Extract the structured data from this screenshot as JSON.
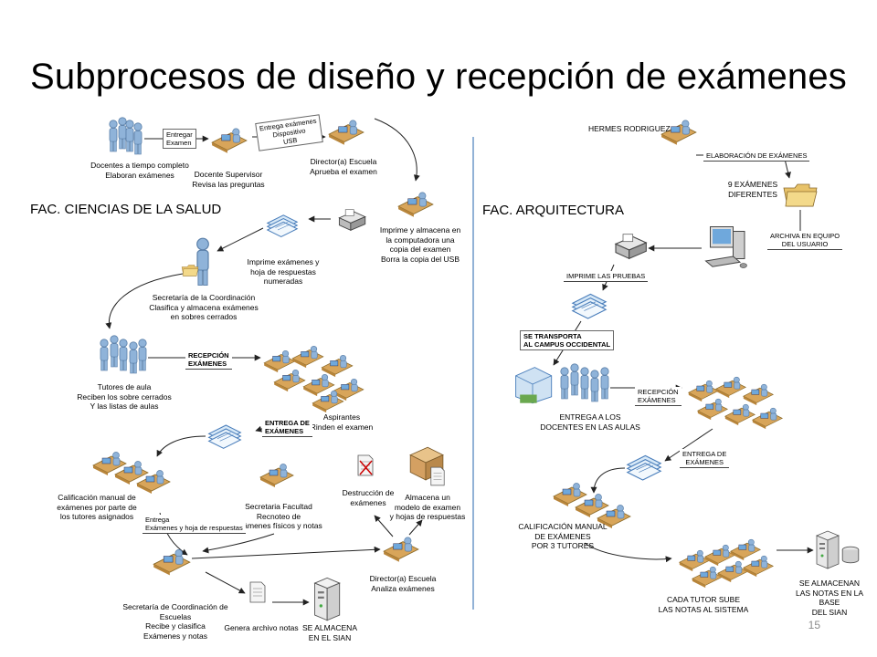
{
  "title": "Subprocesos de diseño y recepción de exámenes",
  "page_number": "15",
  "colors": {
    "figure": "#8fb3d9",
    "figure_dark": "#5a7fa8",
    "desk": "#d8a55a",
    "line": "#222222",
    "divider": "#4a7ebb"
  },
  "left": {
    "section_label": "FAC. CIENCIAS DE LA SALUD",
    "nodes": {
      "docentes": "Docentes a tiempo completo\nElaboran exámenes",
      "supervisor": "Docente Supervisor\nRevisa las preguntas",
      "director1": "Director(a) Escuela\nAprueba el examen",
      "imprime_usb": "Imprime y almacena en\nla computadora una\ncopia del examen\nBorra la copia del USB",
      "imprime_hojas": "Imprime exámenes y\nhoja de respuestas\nnumeradas",
      "secretaria_coord": "Secretaría de la Coordinación\nClasifica y almacena exámenes\nen sobres cerrados",
      "tutores": "Tutores de aula\nReciben los sobre cerrados\nY las listas de aulas",
      "aspirantes": "Aspirantes\nRinden el examen",
      "calificacion": "Calificación manual de\nexámenes por parte de\nlos tutores asignados",
      "secretaria_facultad": "Secretaria Facultad\nRecnoteo de\nexámenes físicos y notas",
      "destruccion": "Destrucción de\nexámenes",
      "almacena_modelo": "Almacena un\nmodelo de examen\ny hojas de respuestas",
      "director2": "Director(a) Escuela\nAnaliza exámenes",
      "secretaria_escuelas": "Secretaría de Coordinación de\nEscuelas\nRecibe y clasifica\nExámenes y notas",
      "genera": "Genera archivo notas",
      "sian": "SE ALMACENA\nEN EL SIAN"
    },
    "edges": {
      "entregar": "Entregar\nExamen",
      "usb": "Entrega exámenes\nDispositivo\nUSB",
      "recepcion": "RECEPCIÓN\nEXÁMENES",
      "entrega_ex": "ENTREGA DE\nEXÁMENES",
      "entrega_hojas": "Entrega\nExámenes y hoja de respuestas"
    }
  },
  "right": {
    "section_label": "FAC. ARQUITECTURA",
    "nodes": {
      "hermes": "HERMES RODRIGUEZ",
      "nueve": "9 EXÁMENES\nDIFERENTES",
      "entrega_docentes": "ENTREGA A LOS\nDOCENTES EN LAS AULAS",
      "calificacion": "CALIFICACIÓN MANUAL\nDE EXÁMENES\nPOR 3 TUTORES",
      "tutor_sube": "CADA TUTOR SUBE\nLAS NOTAS AL SISTEMA",
      "sian": "SE ALMACENAN\nLAS NOTAS EN LA BASE\nDEL SIAN"
    },
    "edges": {
      "elaboracion": "ELABORACIÓN DE EXÁMENES",
      "archiva": "ARCHIVA EN EQUIPO\nDEL USUARIO",
      "imprime": "IMPRIME LAS PRUEBAS",
      "transporta": "SE TRANSPORTA\nAL CAMPUS OCCIDENTAL",
      "recepcion": "RECEPCIÓN\nEXÁMENES",
      "entrega_ex": "ENTREGA DE\nEXÁMENES"
    }
  }
}
